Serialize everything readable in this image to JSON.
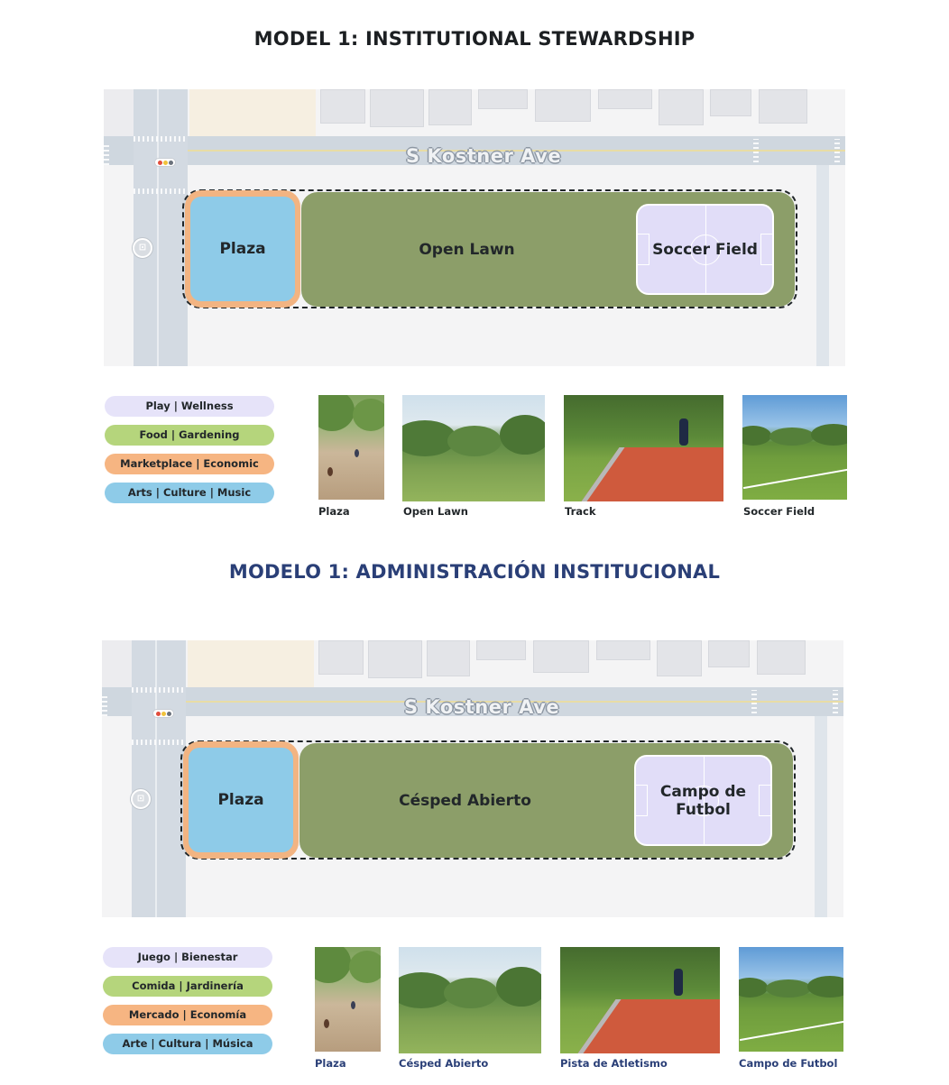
{
  "colors": {
    "title_english": "#1c1f22",
    "title_spanish": "#2a3f77",
    "lawn": "#8c9e69",
    "plaza": "#8ecbe8",
    "plaza_ring": "#f2b482",
    "soccer": "#e1ddf8",
    "legend_play": "#e6e3f9",
    "legend_food": "#b5d57c",
    "legend_market": "#f6b582",
    "legend_arts": "#8ecbe8",
    "caption_english": "#22272a",
    "caption_spanish": "#2a3f77"
  },
  "english": {
    "title": "MODEL 1: INSTITUTIONAL STEWARDSHIP",
    "street": "S Kostner Ave",
    "zones": {
      "plaza": "Plaza",
      "lawn": "Open Lawn",
      "soccer": "Soccer Field"
    },
    "legend": [
      "Play | Wellness",
      "Food | Gardening",
      "Marketplace | Economic",
      "Arts | Culture | Music"
    ],
    "photos": [
      "Plaza",
      "Open Lawn",
      "Track",
      "Soccer Field"
    ]
  },
  "spanish": {
    "title": "MODELO 1: ADMINISTRACIÓN INSTITUCIONAL",
    "street": "S Kostner Ave",
    "zones": {
      "plaza": "Plaza",
      "lawn": "Césped Abierto",
      "soccer_line1": "Campo de",
      "soccer_line2": "Futbol"
    },
    "legend": [
      "Juego | Bienestar",
      "Comida | Jardinería",
      "Mercado | Economía",
      "Arte | Cultura | Música"
    ],
    "photos": [
      "Plaza",
      "Césped Abierto",
      "Pista de Atletismo",
      "Campo de Futbol"
    ]
  },
  "icons": {
    "traffic_signal": "traffic-signal-icon",
    "bus_stop": "bus-stop-icon"
  }
}
